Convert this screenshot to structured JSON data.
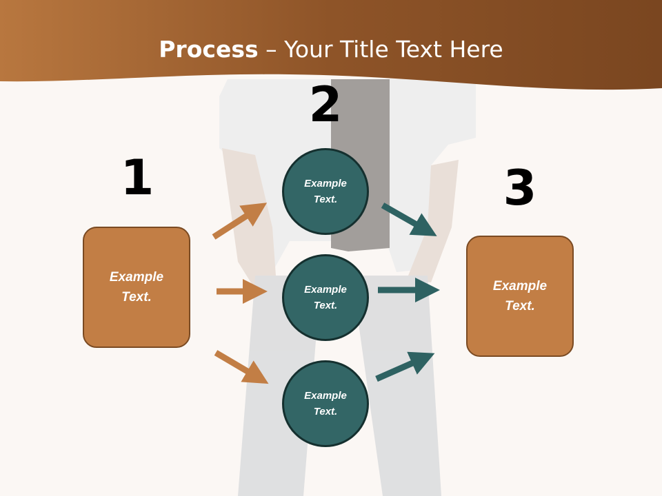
{
  "title": {
    "bold": "Process",
    "rest": " – Your Title Text Here"
  },
  "steps": {
    "one": "1",
    "two": "2",
    "three": "3"
  },
  "left_box": {
    "line1": "Example",
    "line2": "Text."
  },
  "right_box": {
    "line1": "Example",
    "line2": "Text."
  },
  "circles": [
    {
      "line1": "Example",
      "line2": "Text."
    },
    {
      "line1": "Example",
      "line2": "Text."
    },
    {
      "line1": "Example",
      "line2": "Text."
    }
  ],
  "colors": {
    "header_brown": "#a0622e",
    "box_fill": "#c27e45",
    "circle_fill": "#336666",
    "arrow_orange": "#c27e45",
    "arrow_teal": "#2e6262"
  }
}
